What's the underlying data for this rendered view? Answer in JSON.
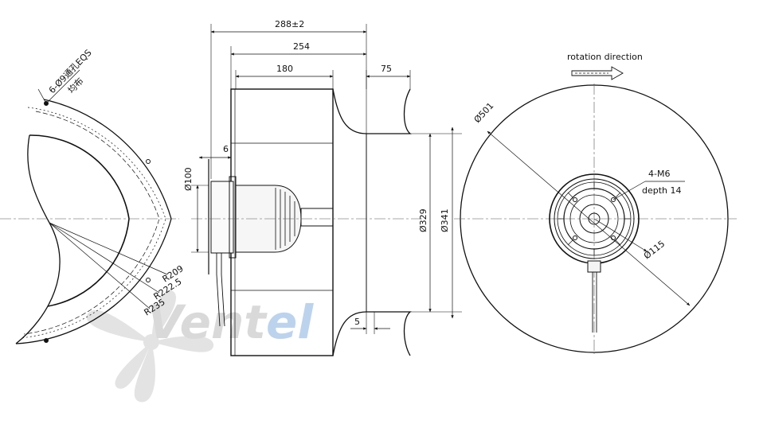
{
  "watermark": {
    "brand": "Ventel",
    "part_gray": "Vent",
    "part_blue": "el",
    "color_gray": "#d9d9d9",
    "color_blue": "#bcd3ee"
  },
  "left_view": {
    "holes_note_line1": "6-Ø9通孔EQS",
    "holes_note_line2": "均布",
    "radius_1": "R209",
    "radius_2": "R222.5",
    "radius_3": "R235"
  },
  "side_view": {
    "overall_width": "288±2",
    "width_254": "254",
    "width_180": "180",
    "inlet_75": "75",
    "flange_6": "6",
    "motor_dia": "Ø100",
    "inlet_dia_329": "Ø329",
    "inlet_dia_341": "Ø341",
    "gap_5": "5"
  },
  "front_view": {
    "rotation_label": "rotation direction",
    "outer_dia": "Ø501",
    "thread_note": "4-M6",
    "thread_depth": "depth 14",
    "hub_dia": "Ø115"
  },
  "colors": {
    "line": "#111111",
    "centerline": "#555555",
    "fill_gray": "#e9e9e9"
  }
}
